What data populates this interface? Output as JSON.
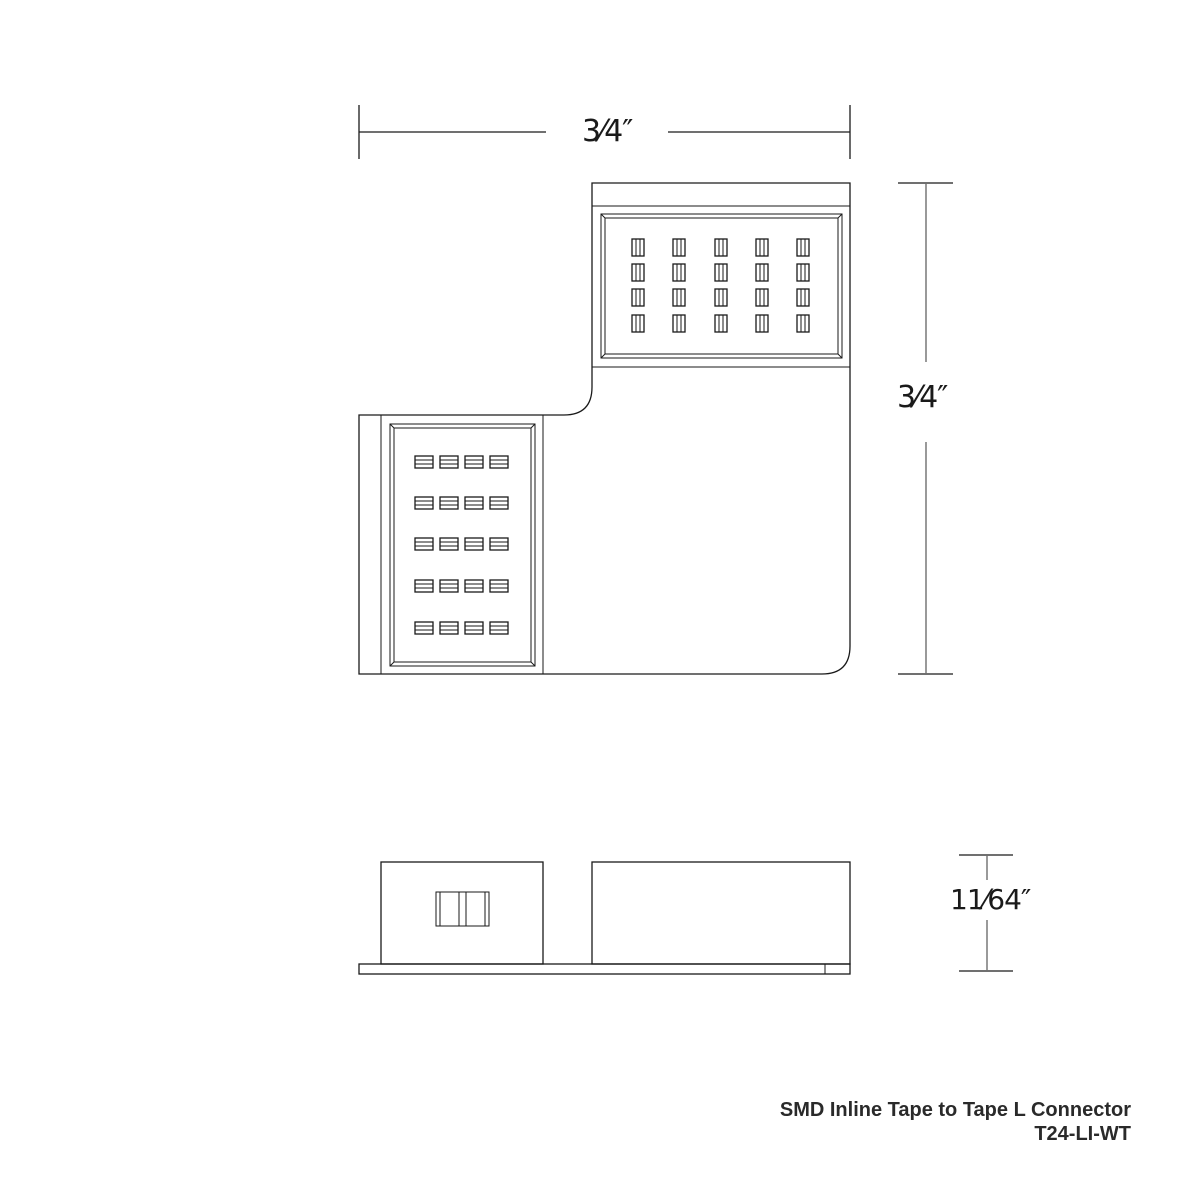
{
  "drawing": {
    "title": "SMD Inline Tape to Tape L Connector",
    "part_number": "T24-LI-WT",
    "line_color": "#1a1a1a",
    "dimension_line_color": "#6e6e6e"
  },
  "top_view": {
    "width_dimension": "3⁄4″",
    "height_dimension": "3⁄4″",
    "upper_arm_contacts": {
      "rows": 4,
      "cols": 5,
      "orientation": "vertical"
    },
    "left_arm_contacts": {
      "rows": 5,
      "cols": 4,
      "orientation": "horizontal"
    }
  },
  "side_view": {
    "height_dimension": "11⁄64″"
  }
}
